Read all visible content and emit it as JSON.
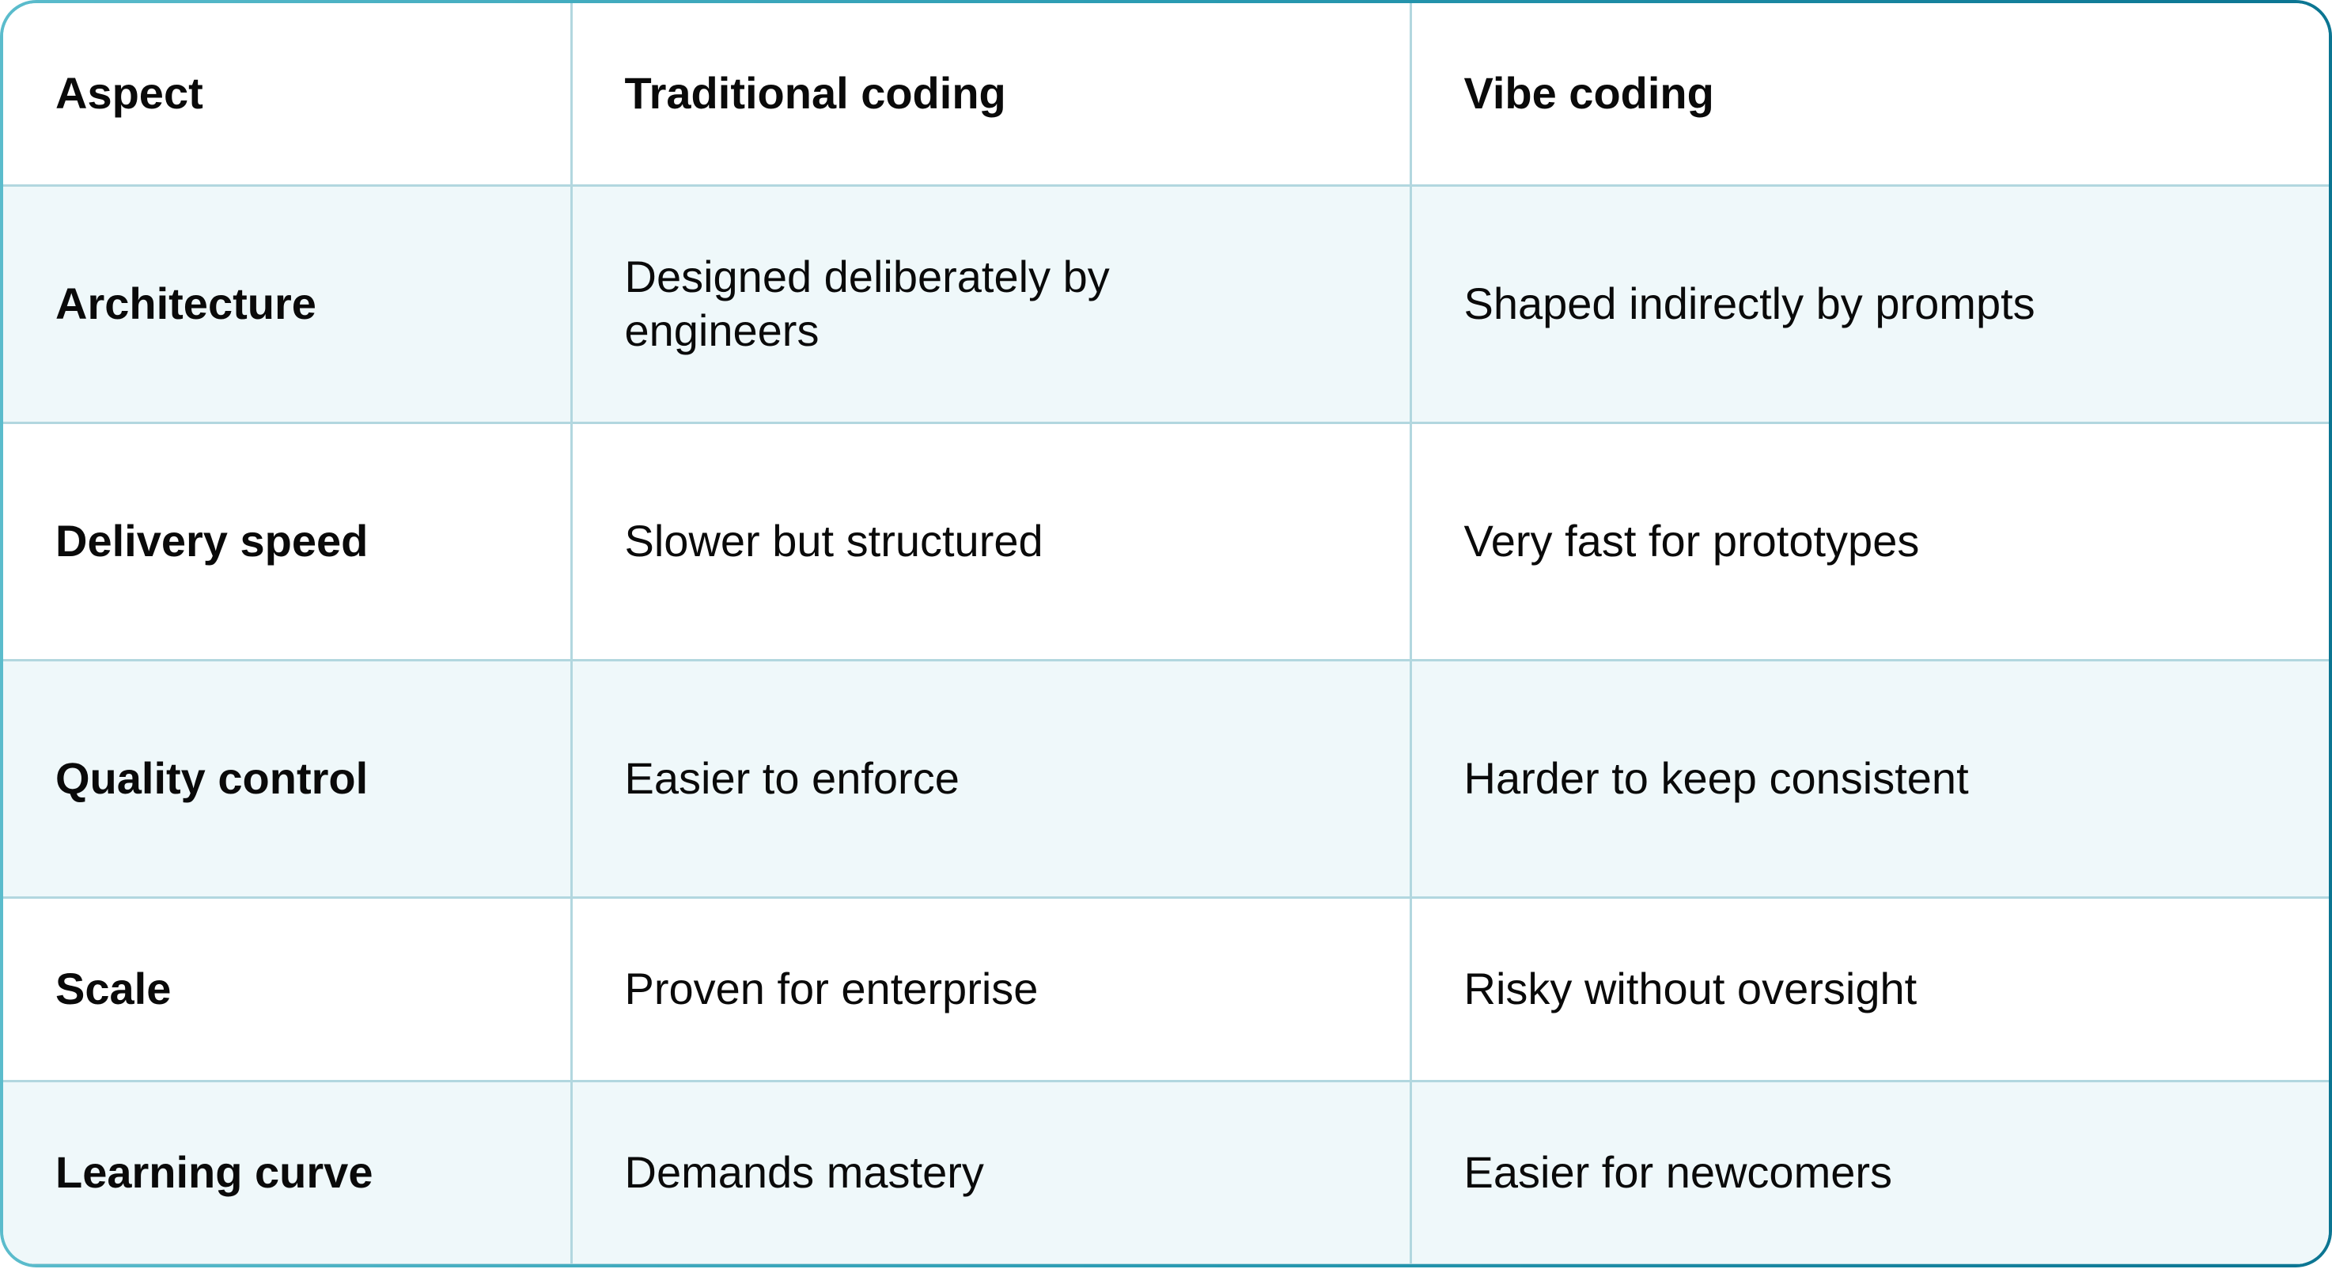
{
  "table": {
    "headers": {
      "aspect": "Aspect",
      "traditional": "Traditional coding",
      "vibe": "Vibe coding"
    },
    "rows": [
      {
        "aspect": "Architecture",
        "traditional": "Designed deliberately by engineers",
        "vibe": "Shaped indirectly by prompts"
      },
      {
        "aspect": "Delivery speed",
        "traditional": "Slower but structured",
        "vibe": "Very fast for prototypes"
      },
      {
        "aspect": "Quality control",
        "traditional": "Easier to enforce",
        "vibe": "Harder to keep consistent"
      },
      {
        "aspect": "Scale",
        "traditional": "Proven for enterprise",
        "vibe": "Risky without oversight"
      },
      {
        "aspect": "Learning curve",
        "traditional": "Demands mastery",
        "vibe": "Easier for newcomers"
      }
    ]
  },
  "colors": {
    "border_gradient_start": "#5bbccc",
    "border_gradient_mid": "#2a9bb2",
    "border_gradient_end": "#0b7592",
    "grid_line": "#b2d7df",
    "alt_row_bg": "#eff8fa",
    "text": "#0a0a0a"
  }
}
